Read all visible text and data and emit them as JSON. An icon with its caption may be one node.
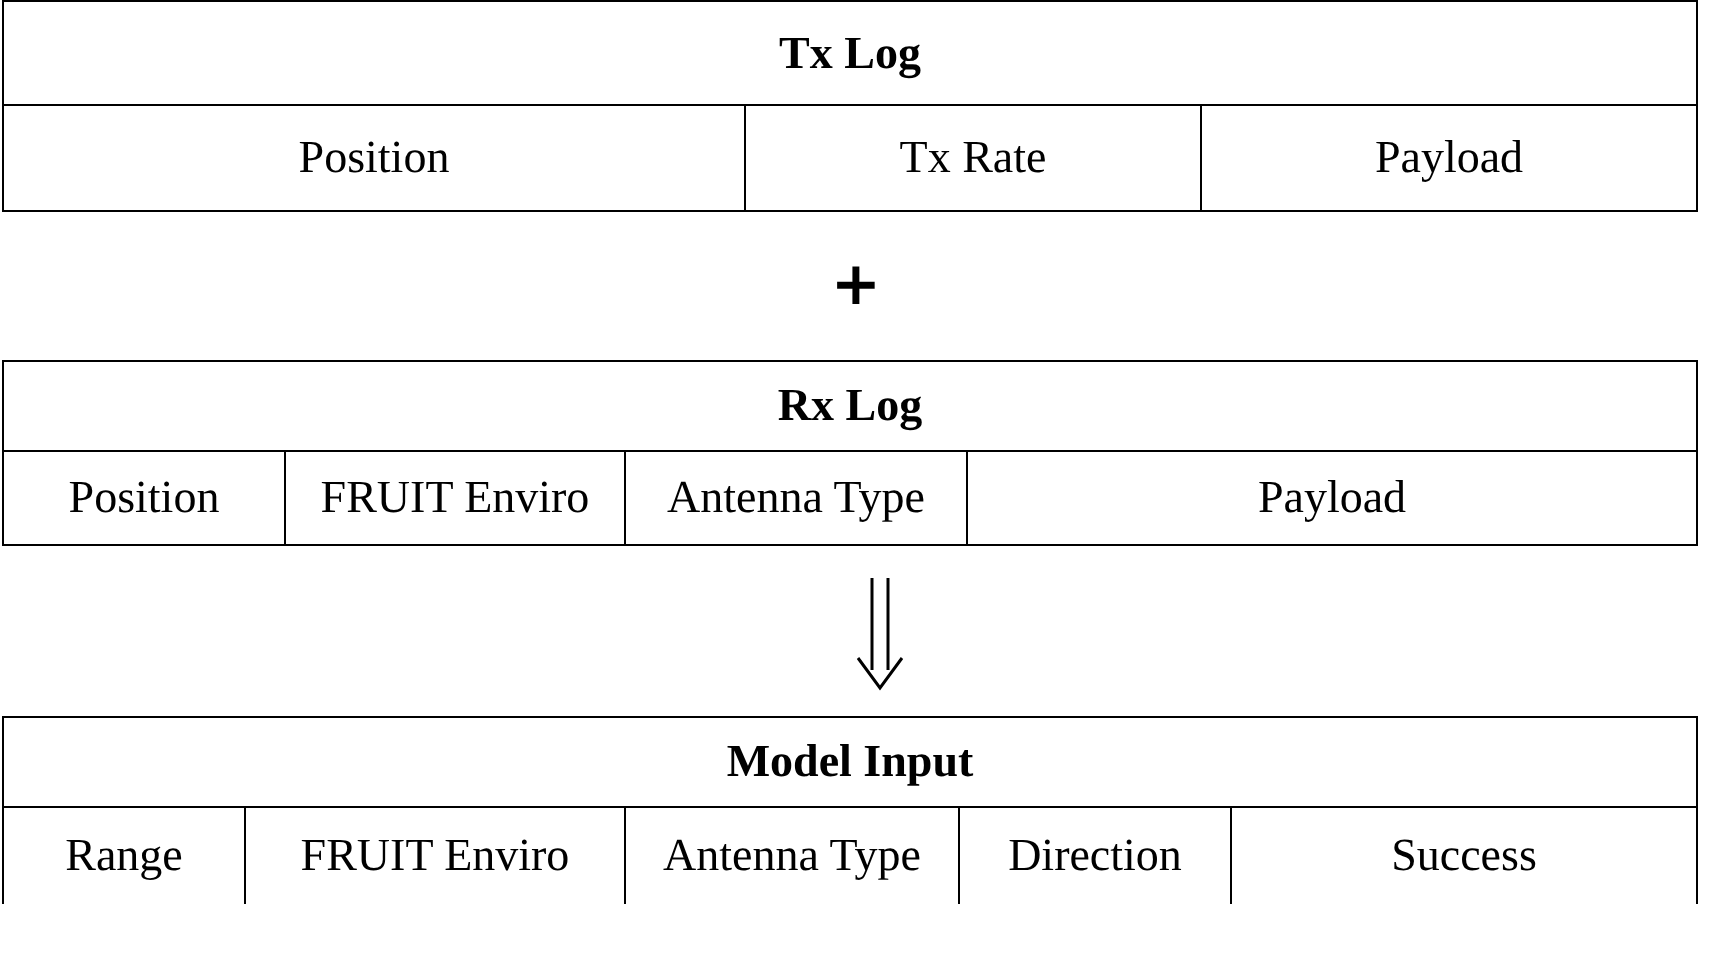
{
  "diagram": {
    "nodes": [
      {
        "text": [
          "Tx Log"
        ]
      },
      {
        "text": [
          "Position"
        ],
        "in": 0
      },
      {
        "text": [
          "Tx Rate"
        ],
        "in": 0
      },
      {
        "text": [
          "Payload"
        ],
        "in": 0
      },
      {
        "text": [
          "Rx Log"
        ]
      },
      {
        "text": [
          "Position"
        ],
        "in": 4
      },
      {
        "text": [
          "FRUIT Enviro"
        ],
        "in": 4
      },
      {
        "text": [
          "Antenna Type"
        ],
        "in": 4
      },
      {
        "text": [
          "Payload"
        ],
        "in": 4
      },
      {
        "text": [
          "Model Input"
        ]
      },
      {
        "text": [
          "Range"
        ],
        "in": 9
      },
      {
        "text": [
          "FRUIT Enviro"
        ],
        "in": 9
      },
      {
        "text": [
          "Antenna Type"
        ],
        "in": 9
      },
      {
        "text": [
          "Direction"
        ],
        "in": 9
      },
      {
        "text": [
          "Success"
        ],
        "in": 9
      }
    ],
    "edges": [
      {
        "from": 4,
        "to": 9,
        "arrow": "to"
      }
    ],
    "labels": [
      "+"
    ]
  }
}
